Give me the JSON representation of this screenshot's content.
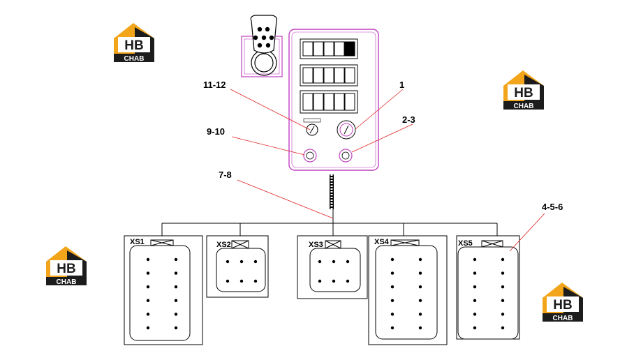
{
  "callouts": {
    "c1": "1",
    "c23": "2-3",
    "c1112": "11-12",
    "c910": "9-10",
    "c78": "7-8",
    "c456": "4-5-6"
  },
  "connectors": [
    {
      "name": "XS1",
      "pins": 12
    },
    {
      "name": "XS2",
      "pins": 6
    },
    {
      "name": "XS3",
      "pins": 6
    },
    {
      "name": "XS4",
      "pins": 12
    },
    {
      "name": "XS5",
      "pins": 12
    }
  ],
  "watermark": {
    "logo_letters": "HB",
    "logo_caption": "CHAB"
  },
  "colors": {
    "line": "#000000",
    "panel": "#c040c0",
    "leader": "#e02020",
    "logo_orange": "#f2a51a",
    "logo_dark": "#1c1c1c"
  }
}
